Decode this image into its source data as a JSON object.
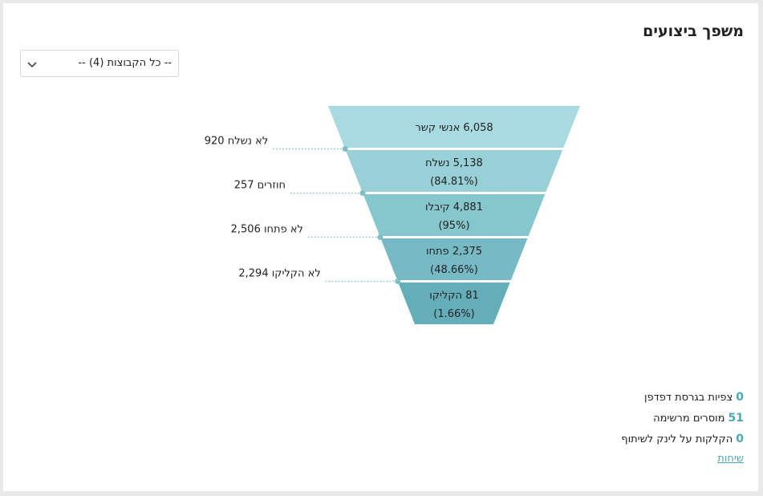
{
  "header": {
    "title": "משפך ביצועים"
  },
  "filter": {
    "selected": "-- כל הקבוצות (4) --"
  },
  "icons": {
    "dropdown": "chevron-down-icon"
  },
  "colors": {
    "stages": [
      "#a8dbe1",
      "#97d0d7",
      "#86c6cd",
      "#75bac4",
      "#64aeb9"
    ],
    "accent": "#4aa9b8",
    "leader": "#7fbfc8"
  },
  "chart_data": {
    "type": "funnel",
    "stages": [
      {
        "value": "6,058",
        "label": "אנשי קשר",
        "percent": ""
      },
      {
        "value": "5,138",
        "label": "נשלח",
        "percent": "(84.81%)"
      },
      {
        "value": "4,881",
        "label": "קיבלו",
        "percent": "(95%)"
      },
      {
        "value": "2,375",
        "label": "פתחו",
        "percent": "(48.66%)"
      },
      {
        "value": "81",
        "label": "הקליקו",
        "percent": "(1.66%)"
      }
    ],
    "dropoffs": [
      {
        "value": "920",
        "label": "לא נשלח"
      },
      {
        "value": "257",
        "label": "חוזרים"
      },
      {
        "value": "2,506",
        "label": "לא פתחו"
      },
      {
        "value": "2,294",
        "label": "לא הקליקו"
      }
    ]
  },
  "stats": [
    {
      "value": "0",
      "label": "צפיות בגרסת דפדפן"
    },
    {
      "value": "51",
      "label": "מוסרים מרשימה"
    },
    {
      "value": "0",
      "label": "הקלקות על לינק לשיתוף"
    }
  ],
  "footer": {
    "link": "שיחות"
  }
}
